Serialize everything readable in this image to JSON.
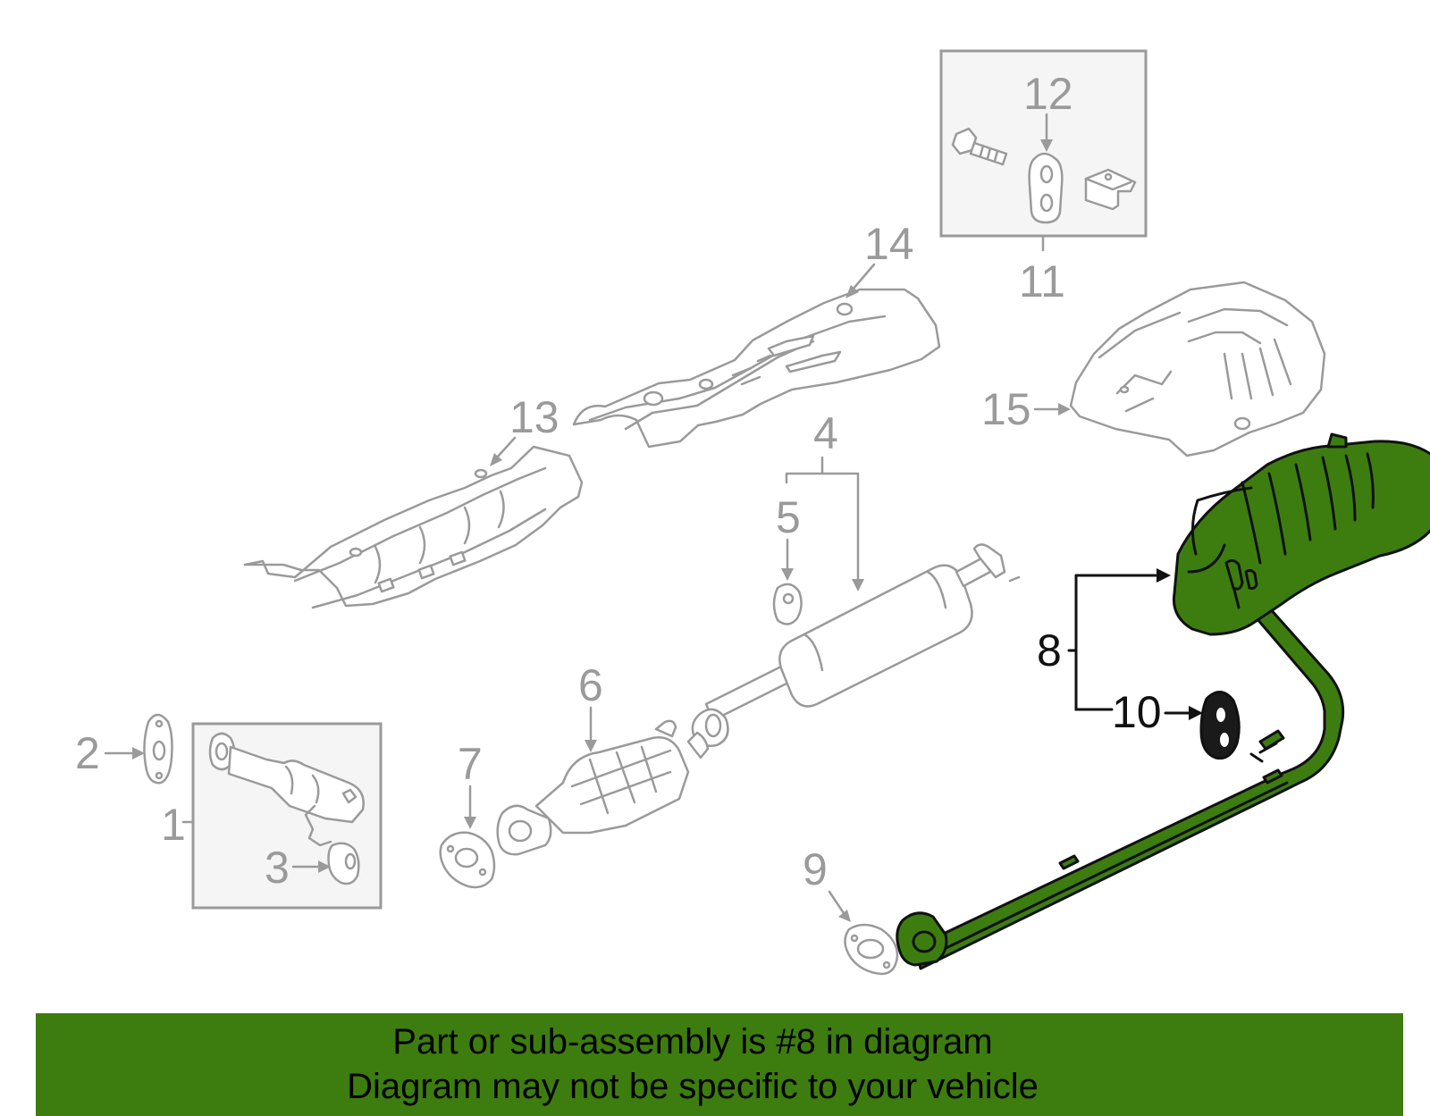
{
  "colors": {
    "highlight_green": "#3d7d0f",
    "part_gray": "#9a9a9a",
    "callout_black": "#111111"
  },
  "callouts": {
    "c1": "1",
    "c2": "2",
    "c3": "3",
    "c4": "4",
    "c5": "5",
    "c6": "6",
    "c7": "7",
    "c8": "8",
    "c9": "9",
    "c10": "10",
    "c11": "11",
    "c12": "12",
    "c13": "13",
    "c14": "14",
    "c15": "15"
  },
  "banner": {
    "line1": "Part or sub-assembly is #8 in diagram",
    "line2": "Diagram may not be specific to your vehicle"
  }
}
